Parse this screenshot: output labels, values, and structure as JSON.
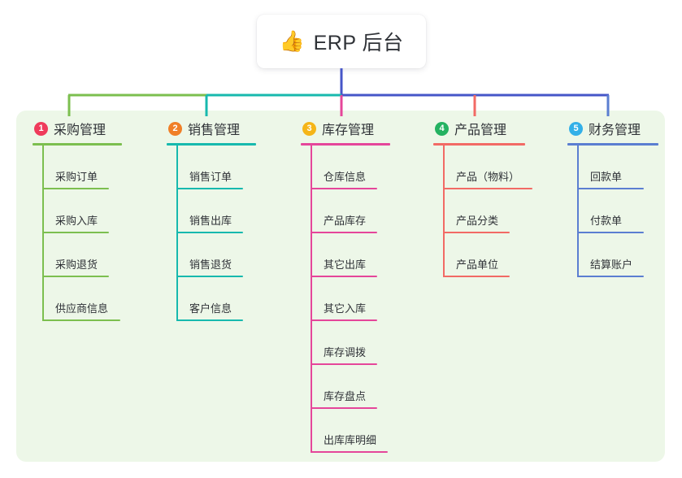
{
  "root": {
    "emoji": "👍",
    "emoji_name": "thumbs-up-icon",
    "title": "ERP 后台"
  },
  "panel": {
    "background_color": "#edf7e8"
  },
  "connector_colors": {
    "stem": "#4656c8",
    "bus_left": "#7cbf4f",
    "bus_mid": "#17b9ae",
    "bus_right": "#4656c8"
  },
  "columns": [
    {
      "number": "1",
      "title": "采购管理",
      "badge_color": "#ef3b5b",
      "accent_color": "#7cbf4f",
      "rule_width": 110,
      "items": [
        {
          "label": "采购订单",
          "rule_width": 82
        },
        {
          "label": "采购入库",
          "rule_width": 82
        },
        {
          "label": "采购退货",
          "rule_width": 82
        },
        {
          "label": "供应商信息",
          "rule_width": 96
        }
      ]
    },
    {
      "number": "2",
      "title": "销售管理",
      "badge_color": "#f07f27",
      "accent_color": "#17b9ae",
      "rule_width": 110,
      "items": [
        {
          "label": "销售订单",
          "rule_width": 82
        },
        {
          "label": "销售出库",
          "rule_width": 82
        },
        {
          "label": "销售退货",
          "rule_width": 82
        },
        {
          "label": "客户信息",
          "rule_width": 82
        }
      ]
    },
    {
      "number": "3",
      "title": "库存管理",
      "badge_color": "#f5b518",
      "accent_color": "#e5469a",
      "rule_width": 110,
      "items": [
        {
          "label": "仓库信息",
          "rule_width": 82
        },
        {
          "label": "产品库存",
          "rule_width": 82
        },
        {
          "label": "其它出库",
          "rule_width": 82
        },
        {
          "label": "其它入库",
          "rule_width": 82
        },
        {
          "label": "库存调拨",
          "rule_width": 82
        },
        {
          "label": "库存盘点",
          "rule_width": 82
        },
        {
          "label": "出库库明细",
          "rule_width": 95
        }
      ]
    },
    {
      "number": "4",
      "title": "产品管理",
      "badge_color": "#24b261",
      "accent_color": "#f26a65",
      "rule_width": 113,
      "items": [
        {
          "label": "产品（物料）",
          "rule_width": 110
        },
        {
          "label": "产品分类",
          "rule_width": 82
        },
        {
          "label": "产品单位",
          "rule_width": 82
        }
      ]
    },
    {
      "number": "5",
      "title": "财务管理",
      "badge_color": "#33b0e8",
      "accent_color": "#5b7ed1",
      "rule_width": 112,
      "items": [
        {
          "label": "回款单",
          "rule_width": 82
        },
        {
          "label": "付款单",
          "rule_width": 82
        },
        {
          "label": "结算账户",
          "rule_width": 82
        }
      ]
    }
  ]
}
